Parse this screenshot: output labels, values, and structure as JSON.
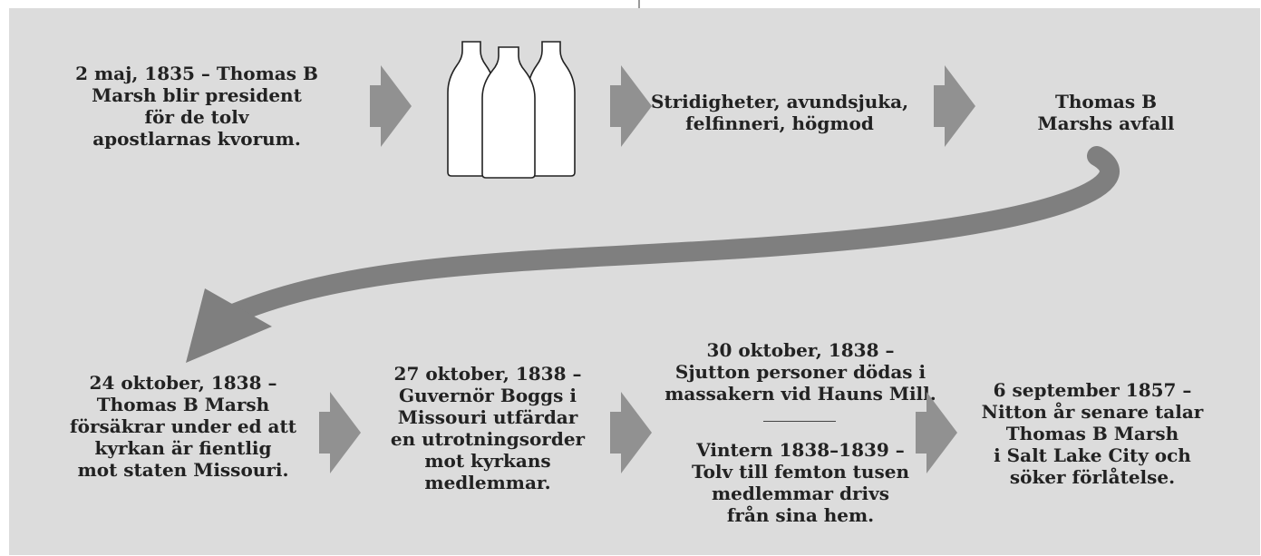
{
  "colors": {
    "panel": "#dcdcdc",
    "arrow": "#919191",
    "curve_arrow": "#7f7f7f",
    "text": "#222222",
    "bottle_fill": "#ffffff",
    "bottle_stroke": "#222222"
  },
  "icons": {
    "bottles": "milk-bottles-icon",
    "arrow": "right-arrow-icon",
    "curve": "curved-arrow-icon"
  },
  "top_row": [
    {
      "text": "2 maj, 1835 – Thomas B\nMarsh blir president\nför de tolv\napostlarnas kvorum."
    },
    {
      "text": "Stridigheter, avundsjuka,\nfelfinneri, högmod"
    },
    {
      "text": "Thomas B\nMarshs avfall"
    }
  ],
  "bottom_row": [
    {
      "text": "24 oktober, 1838 –\nThomas B Marsh\nförsäkrar under ed att\nkyrkan är fientlig\nmot staten Missouri."
    },
    {
      "text": "27 oktober, 1838 –\nGuvernör Boggs i\nMissouri utfärdar\nen utrotningsorder\nmot kyrkans\nmedlemmar."
    },
    {
      "text_top": "30 oktober, 1838 –\nSjutton personer dödas i\nmassakern vid Hauns Mill.",
      "text_bottom": "Vintern 1838–1839 –\nTolv till femton tusen\nmedlemmar drivs\nfrån sina hem."
    },
    {
      "text": "6 september 1857 –\nNitton år senare talar\nThomas B Marsh\ni Salt Lake City och\nsöker förlåtelse."
    }
  ]
}
